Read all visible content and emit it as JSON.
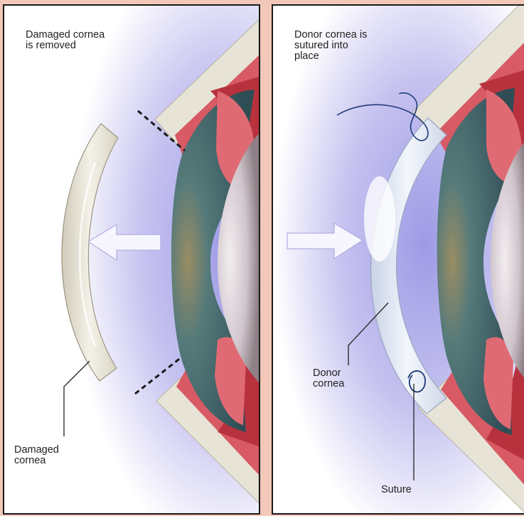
{
  "left_panel": {
    "caption": "Damaged cornea\nis removed",
    "labels": {
      "damaged_cornea": "Damaged\ncornea"
    }
  },
  "right_panel": {
    "caption": "Donor cornea is\nsutured into\nplace",
    "labels": {
      "donor_cornea": "Donor\ncornea",
      "suture": "Suture"
    }
  },
  "colors": {
    "background": "#f2c9b8",
    "halo": "#b7b4ec",
    "cornea": "#eeeadf",
    "donor_cornea": "#e6ecf6",
    "iris": "#4f7274",
    "sclera_tissue": "#d95b66",
    "lens": "#cfc6cc",
    "suture": "#1e3a78",
    "arrow": "#f7f6ff"
  }
}
